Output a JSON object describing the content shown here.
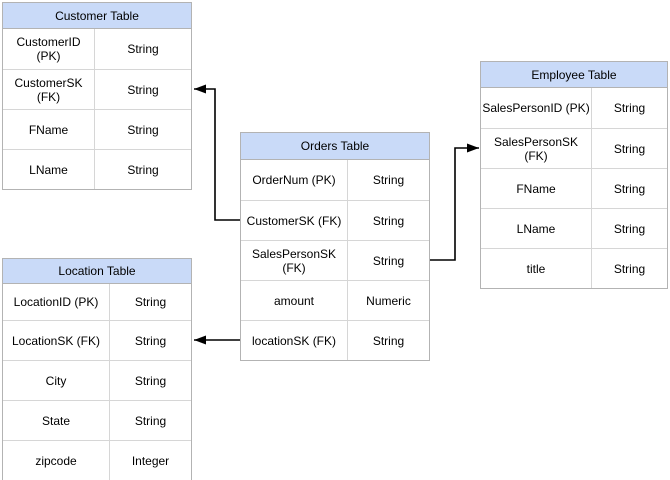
{
  "colors": {
    "background": "#ffffff",
    "header_fill": "#c9daf8",
    "table_border": "#b3b3b3",
    "cell_border": "#d6d6d6",
    "text": "#000000",
    "connector": "#000000"
  },
  "tables": {
    "customer": {
      "title": "Customer Table",
      "rows": [
        {
          "field": "CustomerID (PK)",
          "type": "String"
        },
        {
          "field": "CustomerSK\n(FK)",
          "type": "String"
        },
        {
          "field": "FName",
          "type": "String"
        },
        {
          "field": "LName",
          "type": "String"
        }
      ]
    },
    "orders": {
      "title": "Orders Table",
      "rows": [
        {
          "field": "OrderNum (PK)",
          "type": "String"
        },
        {
          "field": "CustomerSK (FK)",
          "type": "String"
        },
        {
          "field": "SalesPersonSK\n(FK)",
          "type": "String"
        },
        {
          "field": "amount",
          "type": "Numeric"
        },
        {
          "field": "locationSK (FK)",
          "type": "String"
        }
      ]
    },
    "employee": {
      "title": "Employee Table",
      "rows": [
        {
          "field": "SalesPersonID (PK)",
          "type": "String"
        },
        {
          "field": "SalesPersonSK\n(FK)",
          "type": "String"
        },
        {
          "field": "FName",
          "type": "String"
        },
        {
          "field": "LName",
          "type": "String"
        },
        {
          "field": "title",
          "type": "String"
        }
      ]
    },
    "location": {
      "title": "Location Table",
      "rows": [
        {
          "field": "LocationID (PK)",
          "type": "String"
        },
        {
          "field": "LocationSK (FK)",
          "type": "String"
        },
        {
          "field": "City",
          "type": "String"
        },
        {
          "field": "State",
          "type": "String"
        },
        {
          "field": "zipcode",
          "type": "Integer"
        }
      ]
    }
  },
  "connectors": [
    {
      "from": "Orders Table . CustomerSK (FK)",
      "to": "Customer Table . CustomerSK (FK)",
      "arrow": "left"
    },
    {
      "from": "Orders Table . SalesPersonSK (FK)",
      "to": "Employee Table . SalesPersonSK (FK)",
      "arrow": "right"
    },
    {
      "from": "Orders Table . locationSK (FK)",
      "to": "Location Table . LocationSK (FK)",
      "arrow": "left"
    }
  ]
}
